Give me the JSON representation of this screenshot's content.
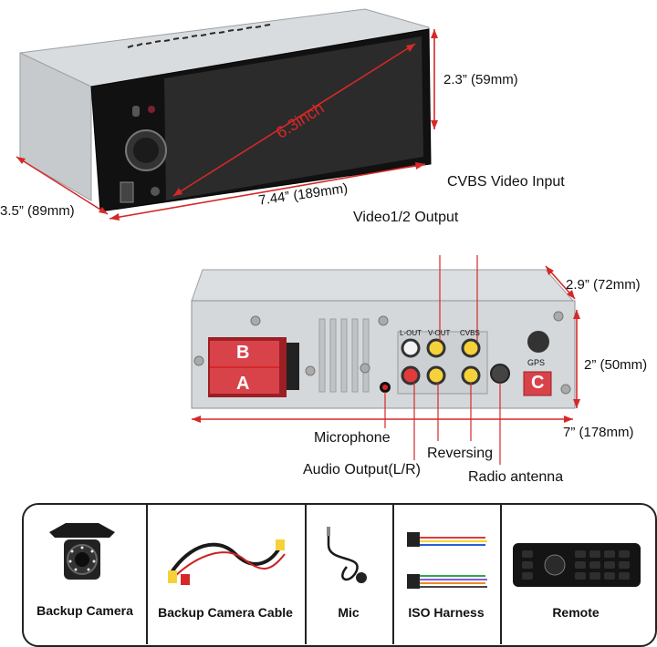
{
  "top_unit": {
    "diagonal_label": "6.3inch",
    "height_label": "2.3” (59mm)",
    "width_label": "7.44” (189mm)",
    "depth_label": "3.5” (89mm)"
  },
  "rear_unit": {
    "connector_labels": {
      "cvbs": "CVBS Video Input",
      "video_out": "Video1/2 Output",
      "microphone": "Microphone",
      "audio_out": "Audio Output(L/R)",
      "reversing": "Reversing",
      "radio": "Radio antenna"
    },
    "harness_labels": {
      "a": "A",
      "b": "B",
      "c": "C"
    },
    "depth_label": "2.9” (72mm)",
    "height_label": "2” (50mm)",
    "width_label": "7” (178mm)",
    "panel_text": {
      "lout": "L-OUT",
      "vout": "V-OUT",
      "cvbs": "CVBS",
      "gps": "GPS"
    }
  },
  "accessories": [
    {
      "label": "Backup Camera",
      "icon": "camera-icon"
    },
    {
      "label": "Backup Camera Cable",
      "icon": "cable-icon"
    },
    {
      "label": "Mic",
      "icon": "microphone-icon"
    },
    {
      "label": "ISO Harness",
      "icon": "harness-icon"
    },
    {
      "label": "Remote",
      "icon": "remote-icon"
    }
  ],
  "colors": {
    "accent_red": "#d62828",
    "screen": "#2b2b2b",
    "metal": "#cfd3d6"
  }
}
